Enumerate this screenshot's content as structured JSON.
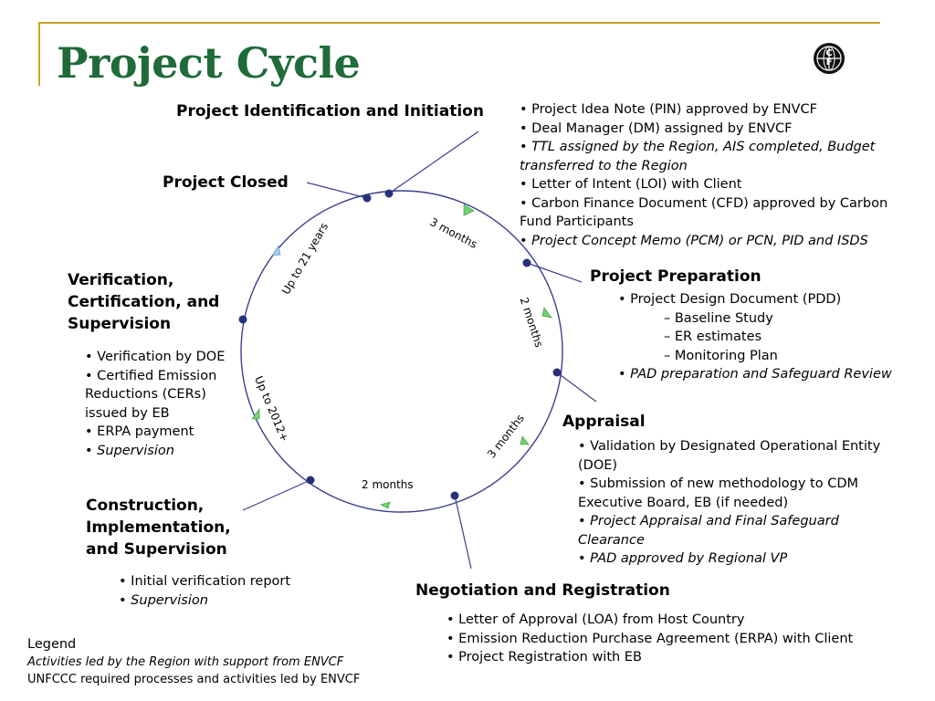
{
  "header": {
    "title": "Project Cycle"
  },
  "logo": {
    "top": "C",
    "middle": "F",
    "icon": "carbon-finance-logo"
  },
  "colors": {
    "title": "#1f6b3a",
    "circle": "#3c3f8c",
    "node": "#27307a",
    "arrow_green": "#6ed36e",
    "arrow_blue": "#a8cbe8",
    "frame": "#c9a227"
  },
  "stages": {
    "identification": {
      "title": "Project Identification and Initiation",
      "items": [
        {
          "text": "Project Idea Note (PIN) approved by ENVCF",
          "italic": false
        },
        {
          "text": "Deal Manager (DM) assigned by ENVCF",
          "italic": false
        },
        {
          "text": "TTL assigned by the Region, AIS completed, Budget transferred to the Region",
          "italic": true
        },
        {
          "text": "Letter of Intent (LOI) with Client",
          "italic": false
        },
        {
          "text": "Carbon Finance Document (CFD) approved by Carbon Fund Participants",
          "italic": false
        },
        {
          "text": "Project Concept Memo (PCM) or PCN, PID and ISDS",
          "italic": true
        }
      ]
    },
    "preparation": {
      "title": "Project Preparation",
      "items": [
        {
          "text": "Project Design Document (PDD)",
          "italic": false
        },
        {
          "text": "Baseline Study",
          "sub": true
        },
        {
          "text": "ER estimates",
          "sub": true
        },
        {
          "text": "Monitoring Plan",
          "sub": true
        },
        {
          "text": "PAD preparation and Safeguard Review",
          "italic": true
        }
      ]
    },
    "appraisal": {
      "title": "Appraisal",
      "items": [
        {
          "text": "Validation by Designated Operational Entity (DOE)",
          "italic": false
        },
        {
          "text": "Submission of new methodology to CDM Executive Board, EB (if needed)",
          "italic": false
        },
        {
          "text": "Project Appraisal and Final Safeguard Clearance",
          "italic": true
        },
        {
          "text": "PAD approved by Regional VP",
          "italic": true
        }
      ]
    },
    "negotiation": {
      "title": "Negotiation and Registration",
      "items": [
        {
          "text": "Letter of Approval (LOA) from Host Country",
          "italic": false
        },
        {
          "text": "Emission Reduction Purchase Agreement (ERPA) with Client",
          "italic": false
        },
        {
          "text": "Project Registration with EB",
          "italic": false
        }
      ]
    },
    "construction": {
      "title": "Construction, Implementation, and Supervision",
      "items": [
        {
          "text": "Initial verification report",
          "italic": false
        },
        {
          "text": "Supervision",
          "italic": true
        }
      ]
    },
    "verification": {
      "title": "Verification, Certification, and Supervision",
      "items": [
        {
          "text": "Verification by DOE",
          "italic": false
        },
        {
          "text": "Certified Emission Reductions (CERs) issued by EB",
          "italic": false
        },
        {
          "text": "ERPA payment",
          "italic": false
        },
        {
          "text": "Supervision",
          "italic": true
        }
      ]
    },
    "closed": {
      "title": "Project Closed"
    }
  },
  "durations": {
    "identification_to_preparation": "3 months",
    "preparation_to_appraisal": "2 months",
    "appraisal_to_negotiation": "3 months",
    "negotiation_to_construction": "2 months",
    "construction_to_verification": "Up to 2012+",
    "verification_to_closed": "Up to 21 years"
  },
  "legend": {
    "title": "Legend",
    "region_led": "Activities led by the Region with support from ENVCF",
    "envcf_led": "UNFCCC required processes and activities led by ENVCF"
  }
}
